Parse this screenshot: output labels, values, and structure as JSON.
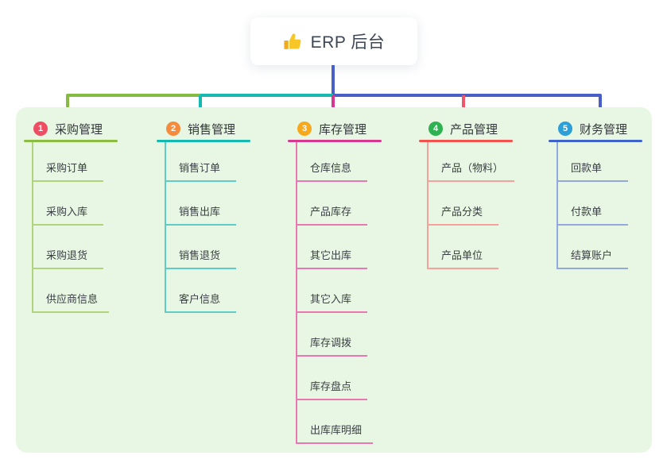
{
  "root": {
    "label": "ERP 后台",
    "icon": "thumbs-up-icon"
  },
  "connector_colors": {
    "trunk_blue": "#4a5ec8",
    "segment_left_green": "#85bb40",
    "segment_middle_teal": "#16b9b0",
    "segment_right_blue": "#4a5ec8",
    "drop_magenta": "#d6388f",
    "drop_red": "#f0556a"
  },
  "panel": {
    "background": "#e8f7e3"
  },
  "branches": [
    {
      "index": "1",
      "title": "采购管理",
      "colors": {
        "badge": "#ee4e63",
        "line": "#8abd42",
        "item_line": "#b0d47c"
      },
      "items": [
        "采购订单",
        "采购入库",
        "采购退货",
        "供应商信息"
      ]
    },
    {
      "index": "2",
      "title": "销售管理",
      "colors": {
        "badge": "#f58b3d",
        "line": "#16b9b0",
        "item_line": "#5fcdc5"
      },
      "items": [
        "销售订单",
        "销售出库",
        "销售退货",
        "客户信息"
      ]
    },
    {
      "index": "3",
      "title": "库存管理",
      "colors": {
        "badge": "#f6a91c",
        "line": "#d6388f",
        "item_line": "#e877b2"
      },
      "items": [
        "仓库信息",
        "产品库存",
        "其它出库",
        "其它入库",
        "库存调拨",
        "库存盘点",
        "出库库明细"
      ]
    },
    {
      "index": "4",
      "title": "产品管理",
      "colors": {
        "badge": "#2eb150",
        "line": "#f2534f",
        "item_line": "#f8a19c"
      },
      "items": [
        "产品（物料）",
        "产品分类",
        "产品单位"
      ]
    },
    {
      "index": "5",
      "title": "财务管理",
      "colors": {
        "badge": "#2d9fd8",
        "line": "#3e63c9",
        "item_line": "#93a8dd"
      },
      "items": [
        "回款单",
        "付款单",
        "结算账户"
      ]
    }
  ]
}
